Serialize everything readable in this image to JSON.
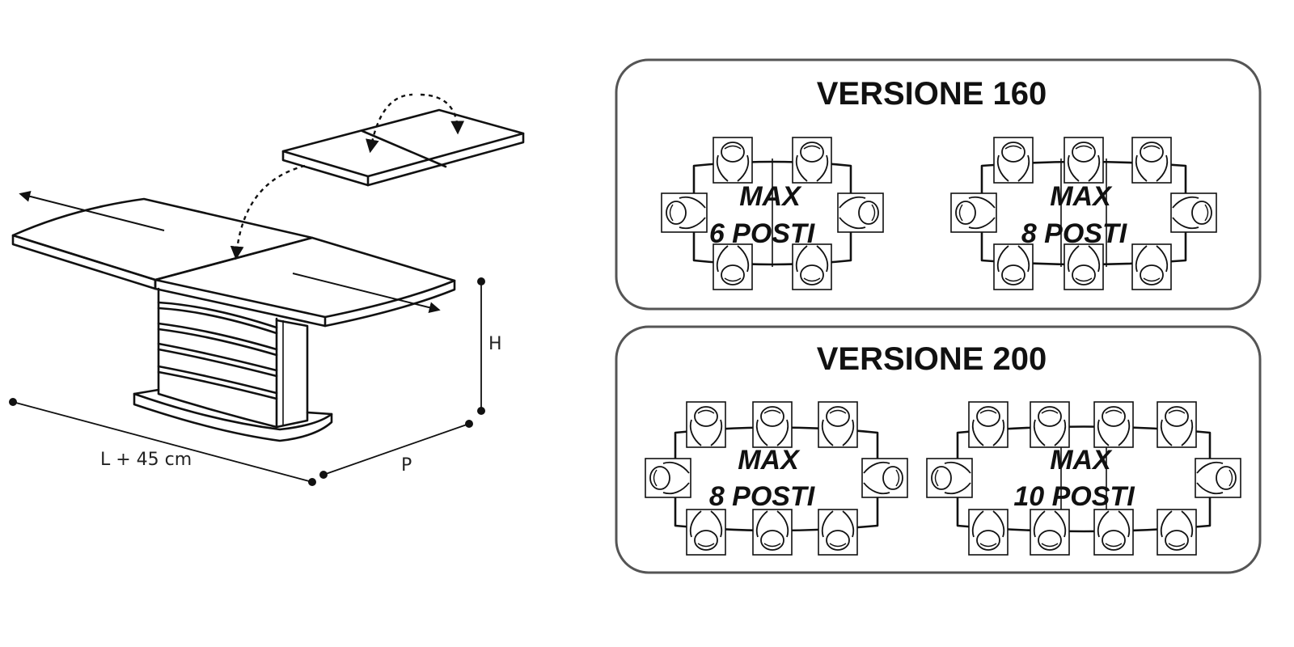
{
  "dimensions": {
    "length_label": "L + 45 cm",
    "depth_label": "P",
    "height_label": "H"
  },
  "versions": [
    {
      "title": "VERSIONE 160",
      "layouts": [
        {
          "max_label": "MAX",
          "seats_label": "6 POSTI",
          "seats": 6
        },
        {
          "max_label": "MAX",
          "seats_label": "8 POSTI",
          "seats": 8
        }
      ]
    },
    {
      "title": "VERSIONE 200",
      "layouts": [
        {
          "max_label": "MAX",
          "seats_label": "8 POSTI",
          "seats": 8
        },
        {
          "max_label": "MAX",
          "seats_label": "10 POSTI",
          "seats": 10
        }
      ]
    }
  ]
}
